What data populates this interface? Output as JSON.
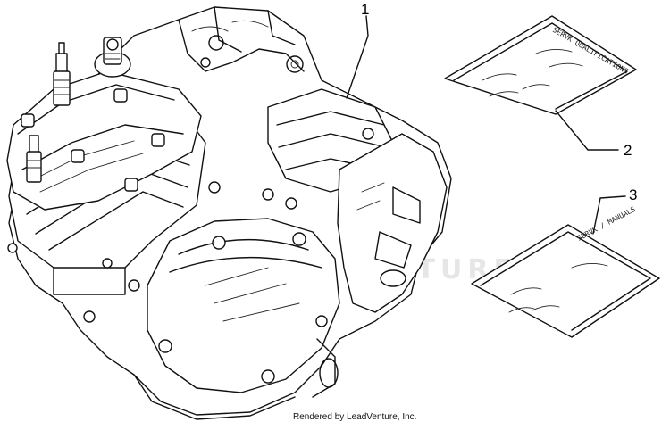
{
  "diagram": {
    "callouts": [
      {
        "id": "1",
        "label": "1"
      },
      {
        "id": "2",
        "label": "2"
      },
      {
        "id": "3",
        "label": "3"
      }
    ],
    "bag_labels": {
      "bag_2": "SERVK QUALIFICATIONS",
      "bag_3": "SERVK / MANUALS"
    },
    "watermark": "LEADVENTURE",
    "credit": "Rendered by LeadVenture, Inc."
  }
}
